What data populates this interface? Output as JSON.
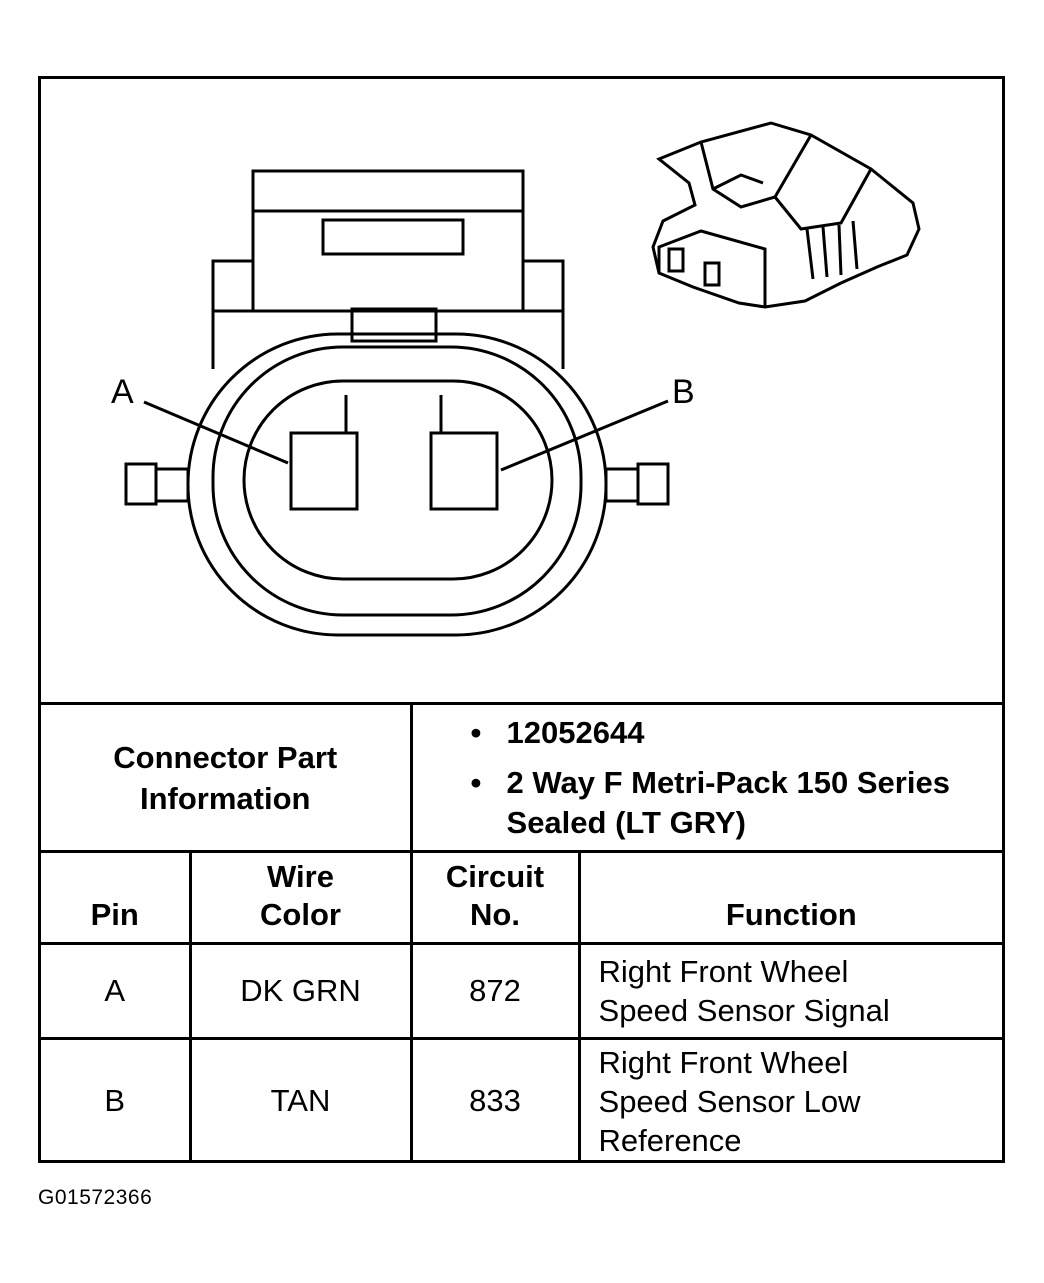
{
  "diagram": {
    "pin_labels": [
      "A",
      "B"
    ]
  },
  "connector_info": {
    "label": "Connector Part Information",
    "values": [
      "12052644",
      "2 Way F Metri-Pack 150 Series Sealed (LT GRY)"
    ]
  },
  "table": {
    "headers": [
      "Pin",
      "Wire Color",
      "Circuit No.",
      "Function"
    ],
    "rows": [
      {
        "pin": "A",
        "wire_color": "DK GRN",
        "circuit": "872",
        "function": "Right Front Wheel Speed Sensor Signal"
      },
      {
        "pin": "B",
        "wire_color": "TAN",
        "circuit": "833",
        "function": "Right Front Wheel Speed Sensor Low Reference"
      }
    ]
  },
  "figure_id": "G01572366"
}
